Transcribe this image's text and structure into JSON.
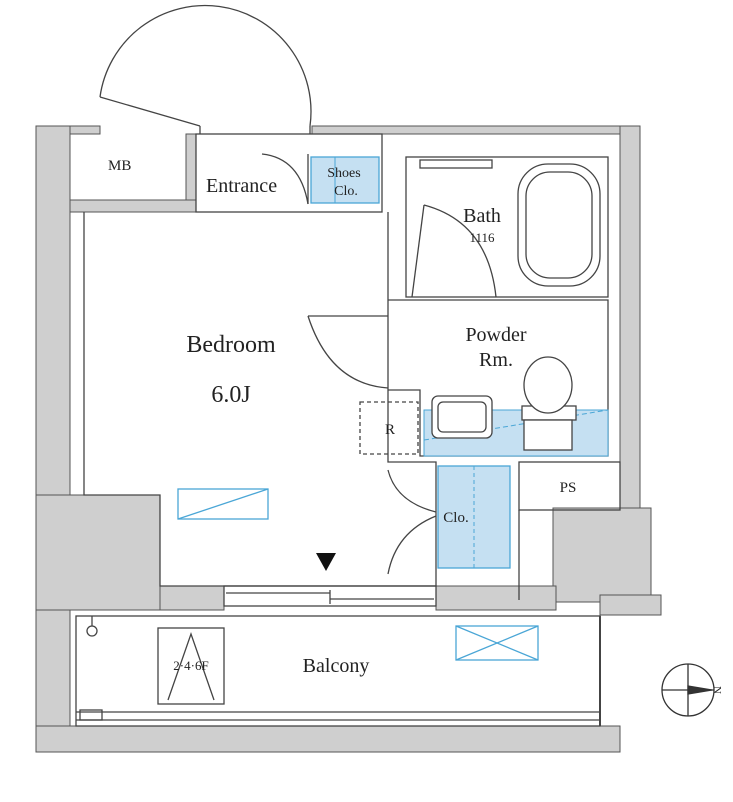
{
  "rooms": {
    "mb": "MB",
    "entrance": "Entrance",
    "shoes_closet_line1": "Shoes",
    "shoes_closet_line2": "Clo.",
    "bath": "Bath",
    "bath_size": "1116",
    "bedroom": "Bedroom",
    "bedroom_size": "6.0J",
    "powder_line1": "Powder",
    "powder_line2": "Rm.",
    "refrigerator": "R",
    "ps": "PS",
    "closet": "Clo.",
    "balcony": "Balcony",
    "floors": "2·4·6F"
  },
  "compass": {
    "north_label": "N"
  },
  "colors": {
    "wall": "#cfcfcf",
    "line": "#444444",
    "storage_fill": "#c5e0f2",
    "storage_stroke": "#4aa6d6"
  }
}
